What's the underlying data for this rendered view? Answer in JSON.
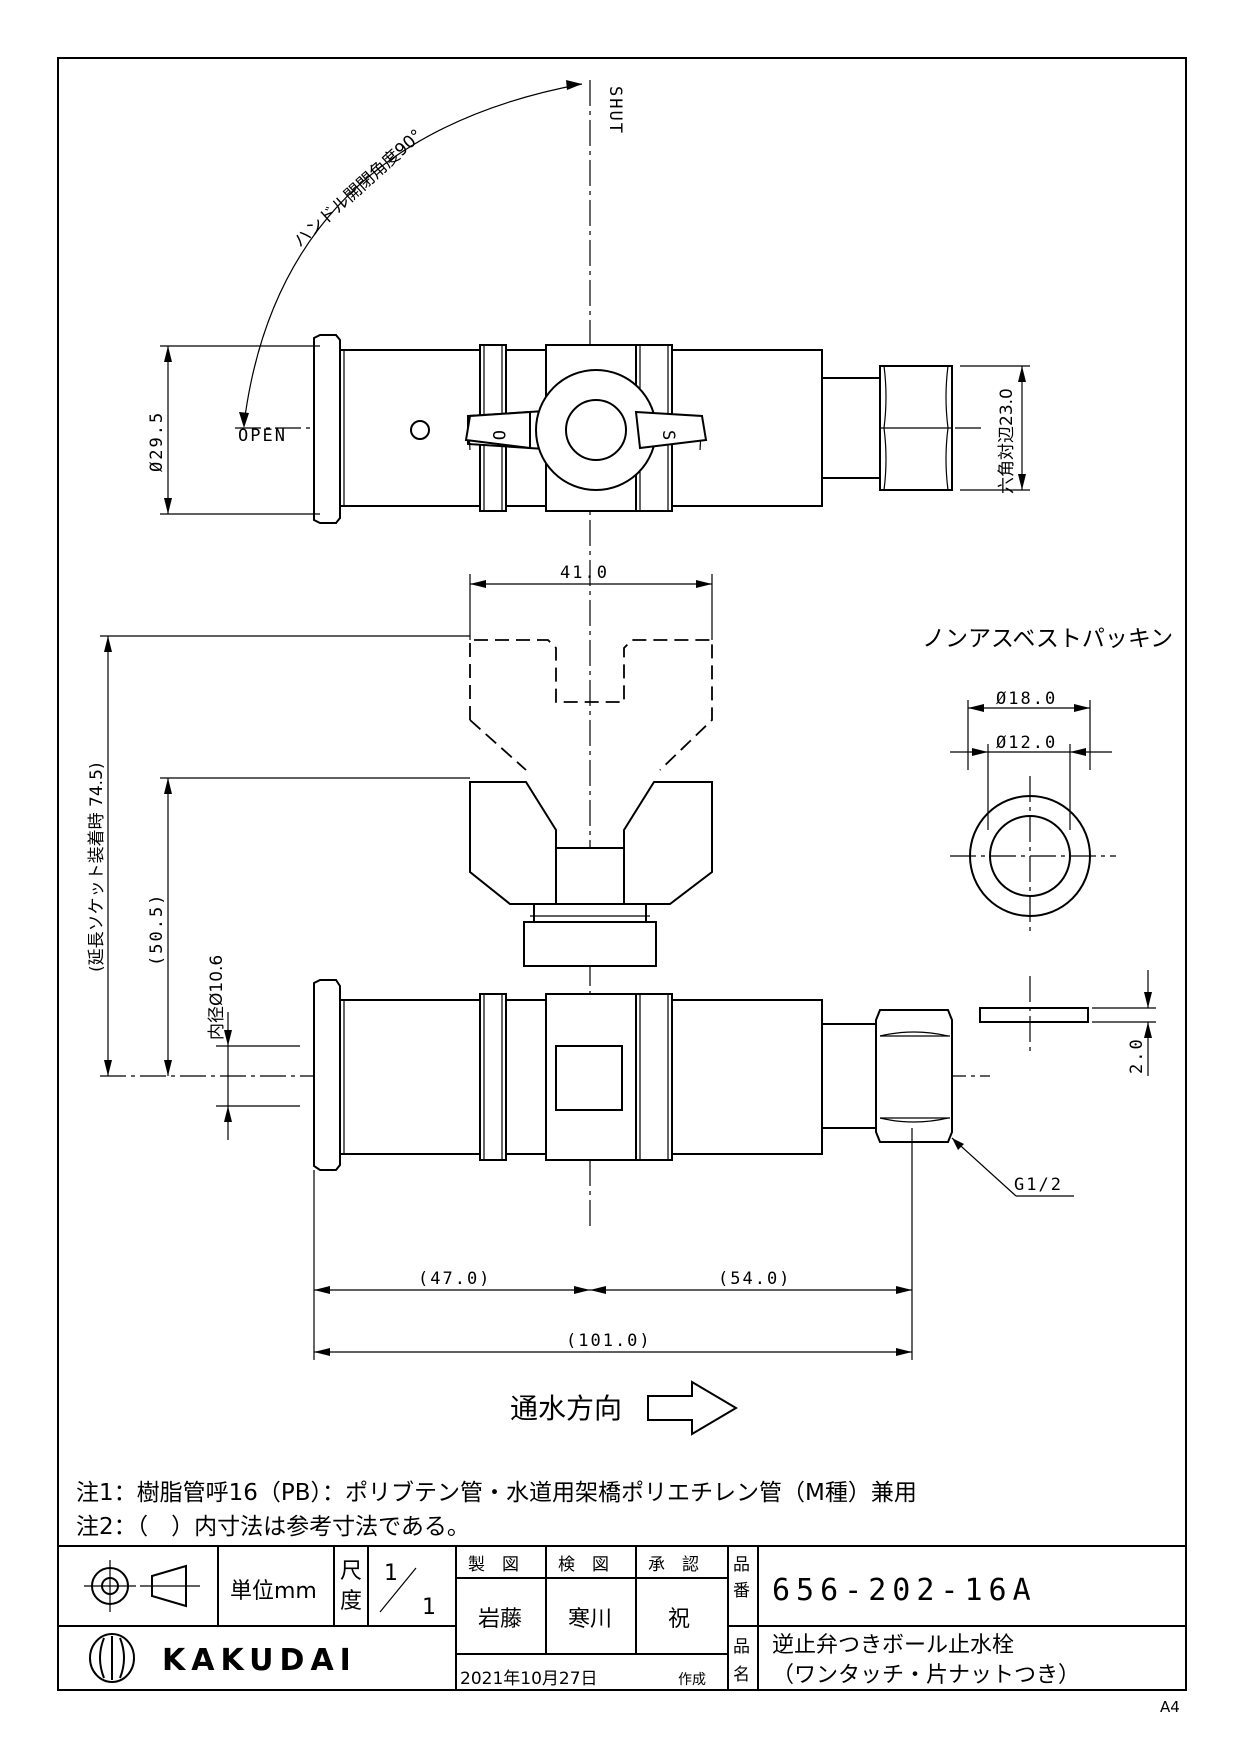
{
  "labels": {
    "shut": "SHUT",
    "open": "OPEN",
    "handle_angle": "ハンドル開閉角度90°",
    "gasket_title": "ノンアスベストパッキン",
    "flow_direction": "通水方向",
    "thread": "G1/2",
    "handle_o": "O",
    "handle_s": "S"
  },
  "dimensions": {
    "d_29_5": "Ø29.5",
    "hex_23": "六角対辺23.0",
    "w_41": "41.0",
    "h_74_5": "(延長ソケット装着時 74.5)",
    "h_50_5": "(50.5)",
    "inner_10_6": "内径Ø10.6",
    "gasket_18": "Ø18.0",
    "gasket_12": "Ø12.0",
    "gasket_thk": "2.0",
    "l_47": "(47.0)",
    "l_54": "(54.0)",
    "l_101": "(101.0)"
  },
  "notes": [
    "注1：樹脂管呼16（PB）：ポリブテン管・水道用架橋ポリエチレン管（M種）兼用",
    "注2：（　）内寸法は参考寸法である。"
  ],
  "title_block": {
    "unit": "単位mm",
    "scale_label_1": "尺",
    "scale_label_2": "度",
    "scale_num": "1",
    "scale_den": "1",
    "h_drawn": "製　図",
    "h_checked": "検　図",
    "h_approved": "承　認",
    "drawn_by": "岩藤",
    "checked_by": "寒川",
    "approved_by": "祝",
    "part_no_label_1": "品",
    "part_no_label_2": "番",
    "part_no": "656-202-16A",
    "name_label_1": "品",
    "name_label_2": "名",
    "name_line_1": "逆止弁つきボール止水栓",
    "name_line_2": "（ワンタッチ・片ナットつき）",
    "date": "2021年10月27日",
    "created": "作成",
    "brand": "KAKUDAI",
    "paper_size": "A4"
  }
}
